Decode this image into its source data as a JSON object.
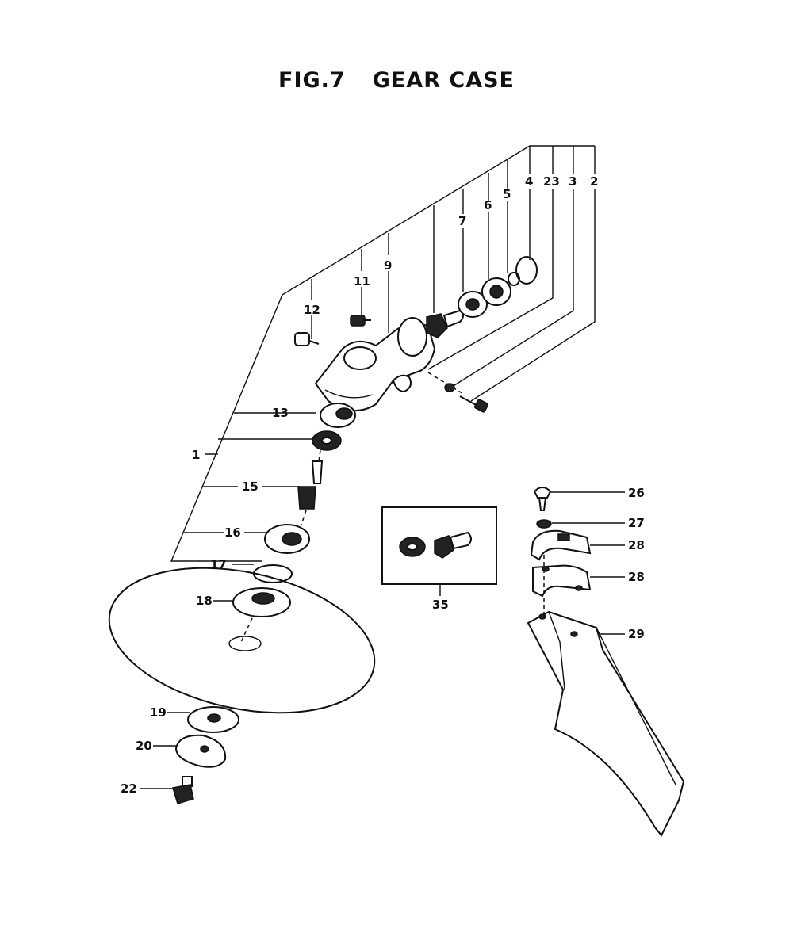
{
  "figure": {
    "fig_label": "FIG.7",
    "title": "GEAR CASE"
  },
  "callouts": [
    {
      "id": "c2",
      "label": "2"
    },
    {
      "id": "c3",
      "label": "3"
    },
    {
      "id": "c23",
      "label": "23"
    },
    {
      "id": "c4",
      "label": "4"
    },
    {
      "id": "c5",
      "label": "5"
    },
    {
      "id": "c6",
      "label": "6"
    },
    {
      "id": "c7",
      "label": "7"
    },
    {
      "id": "c9",
      "label": "9"
    },
    {
      "id": "c11",
      "label": "11"
    },
    {
      "id": "c12",
      "label": "12"
    },
    {
      "id": "c13",
      "label": "13"
    },
    {
      "id": "c1",
      "label": "1"
    },
    {
      "id": "c15",
      "label": "15"
    },
    {
      "id": "c16",
      "label": "16"
    },
    {
      "id": "c17",
      "label": "17"
    },
    {
      "id": "c18",
      "label": "18"
    },
    {
      "id": "c19",
      "label": "19"
    },
    {
      "id": "c20",
      "label": "20"
    },
    {
      "id": "c22",
      "label": "22"
    },
    {
      "id": "c35",
      "label": "35"
    },
    {
      "id": "c26",
      "label": "26"
    },
    {
      "id": "c27",
      "label": "27"
    },
    {
      "id": "c28a",
      "label": "28"
    },
    {
      "id": "c28b",
      "label": "28"
    },
    {
      "id": "c29",
      "label": "29"
    }
  ]
}
